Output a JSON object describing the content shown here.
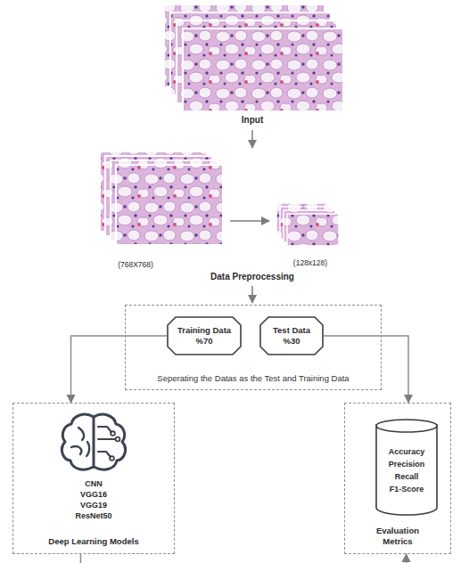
{
  "diagram": {
    "nodes": [
      {
        "text": [
          "Seperating the Datas as the Test and Training Data"
        ]
      },
      {
        "text": [
          "Training Data %70"
        ],
        "in": 0
      },
      {
        "text": [
          "Test Data %30"
        ],
        "in": 0
      },
      {
        "text": [
          "CNN VGG16 VGG19 ResNet50",
          "Deep Learning Models"
        ]
      },
      {
        "text": [
          "Evaluation Metrics"
        ]
      },
      {
        "text": [
          "Accuracy Precision Recall F1-Score"
        ],
        "in": 4
      }
    ],
    "edges": [
      {
        "from": 1,
        "to": 3,
        "arrow": "to"
      },
      {
        "from": 2,
        "to": 4,
        "arrow": "to"
      },
      {
        "from": 3,
        "to": 4,
        "arrow": "to"
      }
    ],
    "labels": [
      "Input",
      "(768X768)",
      "(128x128)",
      "Data Preprocessing"
    ]
  }
}
